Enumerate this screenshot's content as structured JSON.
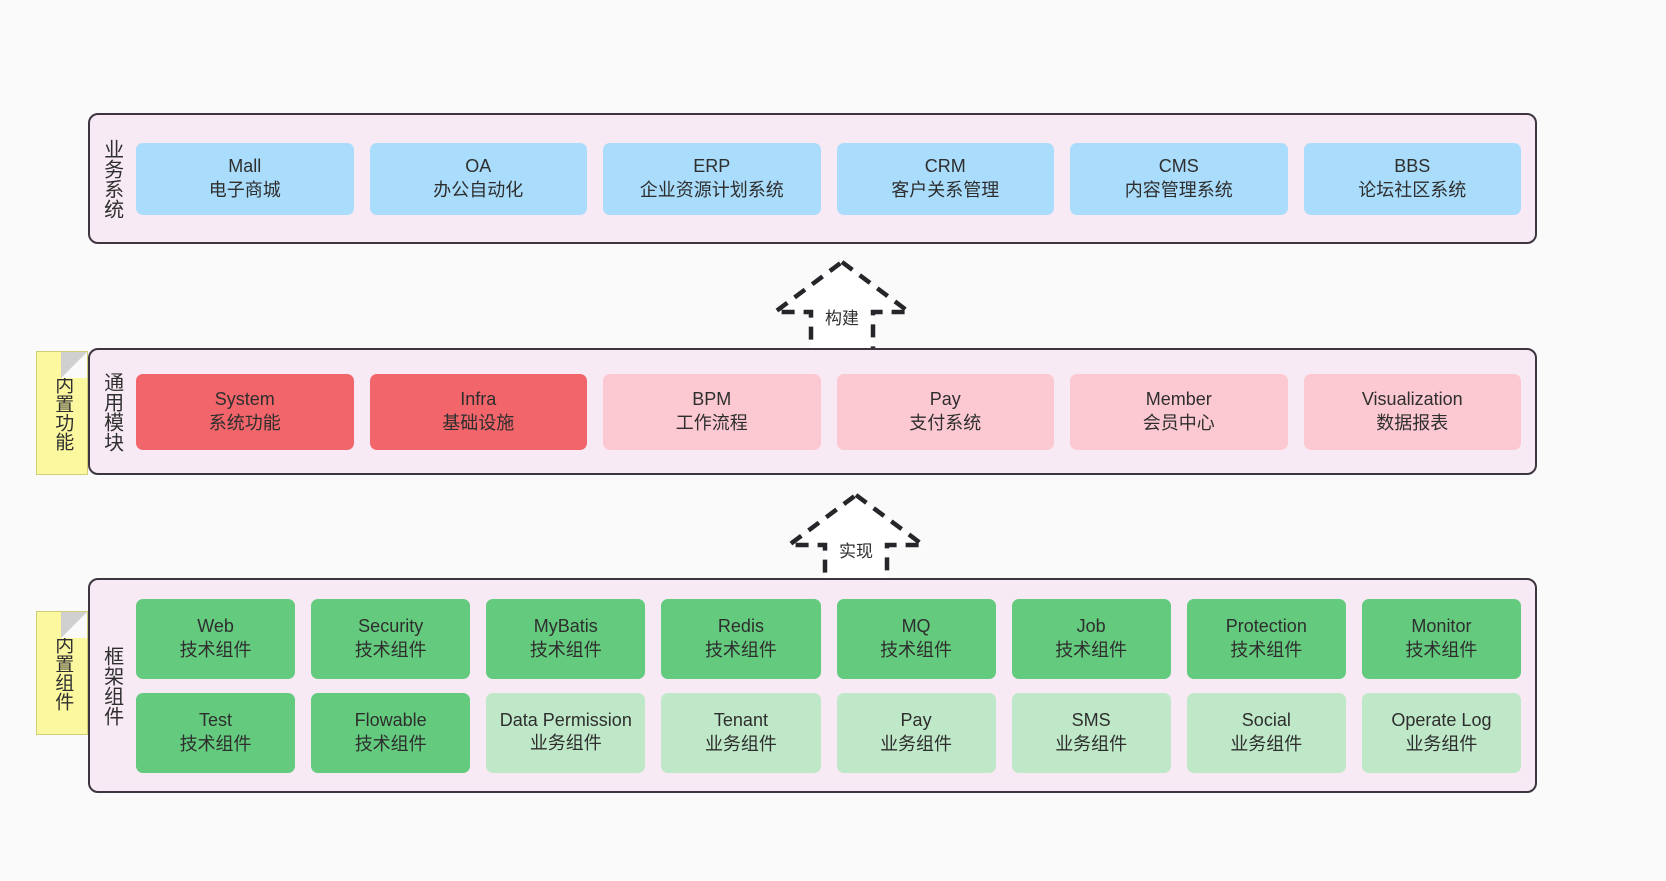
{
  "diagram": {
    "background_color": "#fafafa",
    "panel_fill": "#f8eaf4",
    "panel_border": "#3d3640",
    "note_fill": "#fbf8a0",
    "colors": {
      "blue": "#aadcfb",
      "red": "#f2656a",
      "pink": "#fcc9d2",
      "green": "#64ca7e",
      "light_green": "#bfe8c8"
    }
  },
  "layers": {
    "business": {
      "title": "业务系统",
      "cards": [
        {
          "en": "Mall",
          "cn": "电子商城"
        },
        {
          "en": "OA",
          "cn": "办公自动化"
        },
        {
          "en": "ERP",
          "cn": "企业资源计划系统"
        },
        {
          "en": "CRM",
          "cn": "客户关系管理"
        },
        {
          "en": "CMS",
          "cn": "内容管理系统"
        },
        {
          "en": "BBS",
          "cn": "论坛社区系统"
        }
      ]
    },
    "common": {
      "title": "通用模块",
      "note": "内置功能",
      "cards": [
        {
          "en": "System",
          "cn": "系统功能"
        },
        {
          "en": "Infra",
          "cn": "基础设施"
        },
        {
          "en": "BPM",
          "cn": "工作流程"
        },
        {
          "en": "Pay",
          "cn": "支付系统"
        },
        {
          "en": "Member",
          "cn": "会员中心"
        },
        {
          "en": "Visualization",
          "cn": "数据报表"
        }
      ]
    },
    "framework": {
      "title": "框架组件",
      "note": "内置组件",
      "row1": [
        {
          "en": "Web",
          "cn": "技术组件"
        },
        {
          "en": "Security",
          "cn": "技术组件"
        },
        {
          "en": "MyBatis",
          "cn": "技术组件"
        },
        {
          "en": "Redis",
          "cn": "技术组件"
        },
        {
          "en": "MQ",
          "cn": "技术组件"
        },
        {
          "en": "Job",
          "cn": "技术组件"
        },
        {
          "en": "Protection",
          "cn": "技术组件"
        },
        {
          "en": "Monitor",
          "cn": "技术组件"
        }
      ],
      "row2": [
        {
          "en": "Test",
          "cn": "技术组件"
        },
        {
          "en": "Flowable",
          "cn": "技术组件"
        },
        {
          "en": "Data Permission",
          "cn": "业务组件"
        },
        {
          "en": "Tenant",
          "cn": "业务组件"
        },
        {
          "en": "Pay",
          "cn": "业务组件"
        },
        {
          "en": "SMS",
          "cn": "业务组件"
        },
        {
          "en": "Social",
          "cn": "业务组件"
        },
        {
          "en": "Operate Log",
          "cn": "业务组件"
        }
      ]
    }
  },
  "connectors": [
    {
      "label": "构建"
    },
    {
      "label": "实现"
    }
  ]
}
